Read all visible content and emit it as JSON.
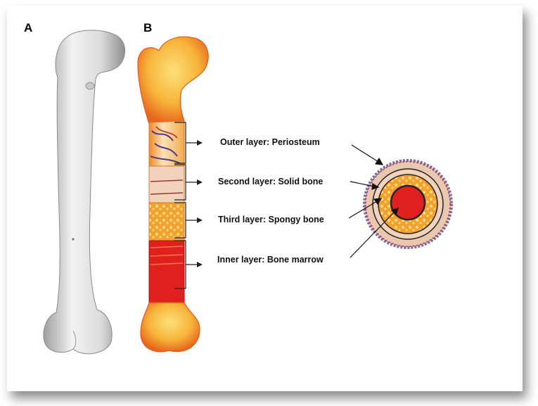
{
  "panels": {
    "a_letter": "A",
    "b_letter": "B"
  },
  "layers": [
    {
      "label": "Outer layer: Periosteum",
      "color": "#7a6aa8"
    },
    {
      "label": "Second layer: Solid bone",
      "color": "#e8c9b0"
    },
    {
      "label": "Third layer: Spongy bone",
      "color": "#f3a12a"
    },
    {
      "label": "Inner layer: Bone marrow",
      "color": "#e01f1f"
    }
  ],
  "colors": {
    "bone_gray": "#d9d9d9",
    "bone_yellow": "#f7c84a",
    "bone_orange": "#f08a2a",
    "marrow_red": "#e01f1f"
  }
}
